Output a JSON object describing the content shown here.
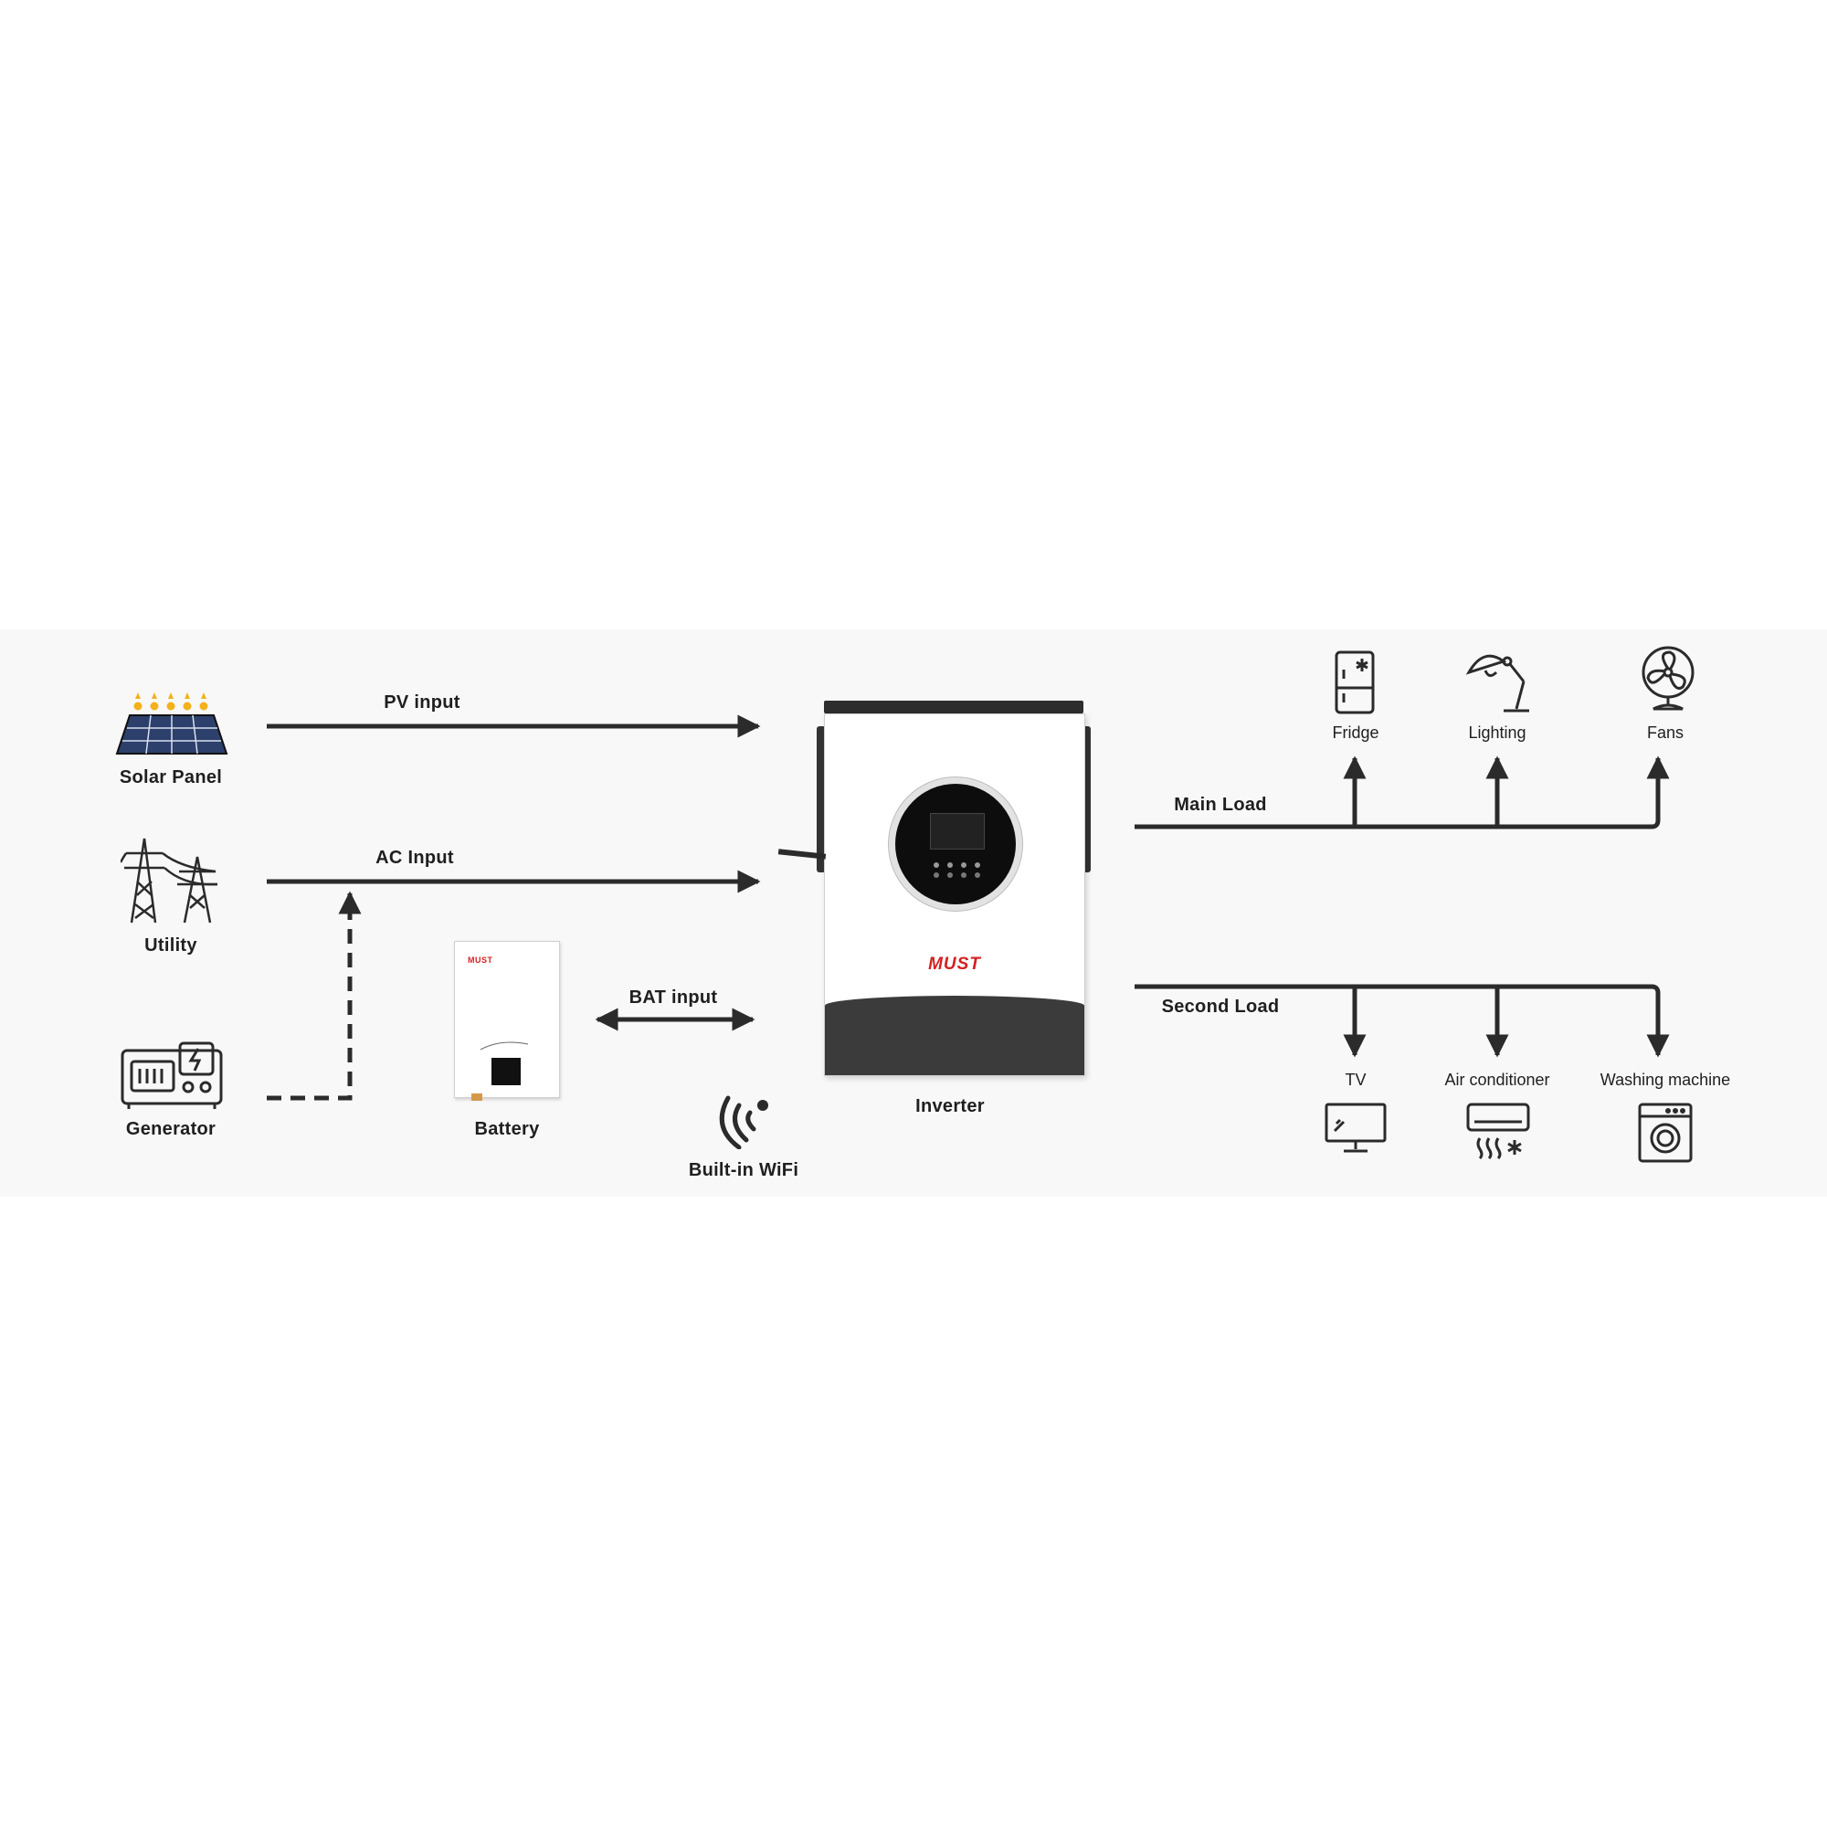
{
  "sources": {
    "solar_panel": "Solar Panel",
    "utility": "Utility",
    "generator": "Generator",
    "battery": "Battery"
  },
  "links": {
    "pv_input": "PV input",
    "ac_input": "AC Input",
    "bat_input": "BAT input"
  },
  "inverter": {
    "label": "Inverter",
    "brand": "MUST"
  },
  "battery_brand": "MUST",
  "wifi": "Built-in WiFi",
  "main_load": {
    "label": "Main Load",
    "items": [
      "Fridge",
      "Lighting",
      "Fans"
    ]
  },
  "second_load": {
    "label": "Second Load",
    "items": [
      "TV",
      "Air conditioner",
      "Washing machine"
    ]
  },
  "colors": {
    "line": "#2b2b2b",
    "brand_red": "#d42020",
    "sun": "#f2b21b"
  }
}
